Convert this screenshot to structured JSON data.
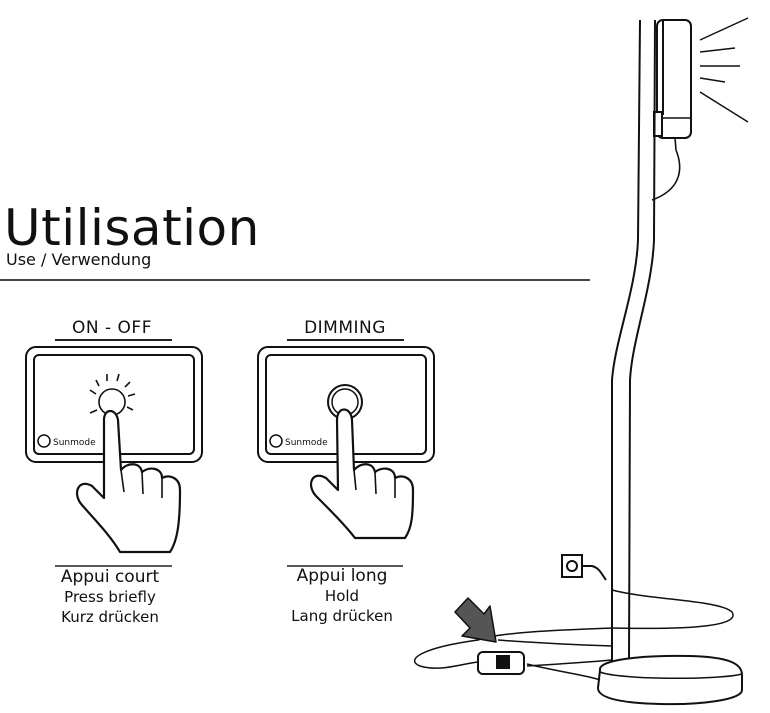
{
  "title": "Utilisation",
  "subtitle": "Use / Verwendung",
  "panels": [
    {
      "label": "ON - OFF",
      "brand": "Sunmode",
      "caption_fr": "Appui court",
      "caption_en": "Press briefly",
      "caption_de": "Kurz drücken"
    },
    {
      "label": "DIMMING",
      "brand": "Sunmode",
      "caption_fr": "Appui long",
      "caption_en": "Hold",
      "caption_de": "Lang drücken"
    }
  ]
}
